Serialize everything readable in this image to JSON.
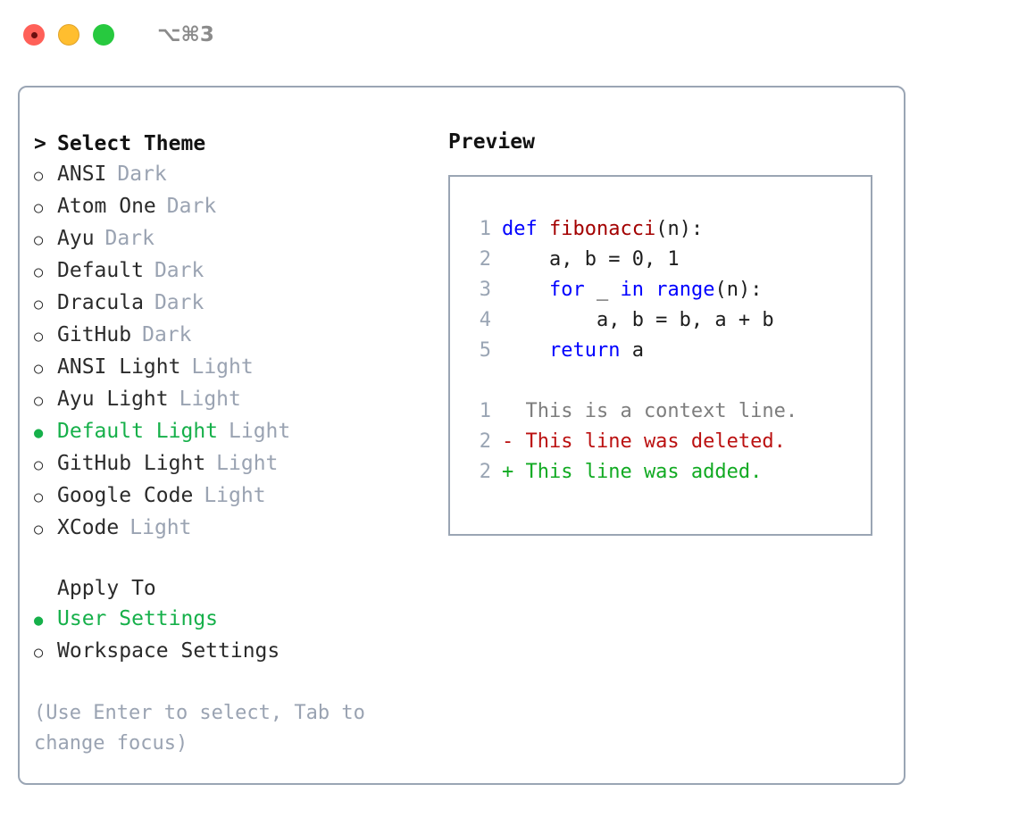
{
  "titlebar": {
    "shortcut": "⌥⌘3",
    "lights": [
      {
        "name": "close",
        "color": "#ff6058"
      },
      {
        "name": "minimize",
        "color": "#ffbe2f"
      },
      {
        "name": "zoom",
        "color": "#27c93f"
      }
    ]
  },
  "colors": {
    "accent_green": "#16b04a",
    "border": "#9aa5b4",
    "muted": "#9aa3b2",
    "text": "#2b2b2b",
    "keyword": "#0000ff",
    "function": "#a30000",
    "diff_delete": "#bb1111",
    "diff_add": "#11aa22",
    "diff_context": "#7d7d7d"
  },
  "theme_list": {
    "heading": "Select Theme",
    "heading_marker": ">",
    "marker_unselected": "○",
    "marker_selected": "●",
    "items": [
      {
        "name": "ANSI",
        "tag": "Dark",
        "selected": false
      },
      {
        "name": "Atom One",
        "tag": "Dark",
        "selected": false
      },
      {
        "name": "Ayu",
        "tag": "Dark",
        "selected": false
      },
      {
        "name": "Default",
        "tag": "Dark",
        "selected": false
      },
      {
        "name": "Dracula",
        "tag": "Dark",
        "selected": false
      },
      {
        "name": "GitHub",
        "tag": "Dark",
        "selected": false
      },
      {
        "name": "ANSI Light",
        "tag": "Light",
        "selected": false
      },
      {
        "name": "Ayu Light",
        "tag": "Light",
        "selected": false
      },
      {
        "name": "Default Light",
        "tag": "Light",
        "selected": true
      },
      {
        "name": "GitHub Light",
        "tag": "Light",
        "selected": false
      },
      {
        "name": "Google Code",
        "tag": "Light",
        "selected": false
      },
      {
        "name": "XCode",
        "tag": "Light",
        "selected": false
      }
    ]
  },
  "apply_to": {
    "label": "Apply To",
    "items": [
      {
        "name": "User Settings",
        "selected": true
      },
      {
        "name": "Workspace Settings",
        "selected": false
      }
    ]
  },
  "hint": "(Use Enter to select, Tab to change focus)",
  "preview": {
    "title": "Preview",
    "code_lines": [
      {
        "num": "1",
        "tokens": [
          {
            "t": "def ",
            "c": "kw"
          },
          {
            "t": "fibonacci",
            "c": "fn"
          },
          {
            "t": "(n):",
            "c": "pl"
          }
        ]
      },
      {
        "num": "2",
        "tokens": [
          {
            "t": "    a, b = 0, 1",
            "c": "pl"
          }
        ]
      },
      {
        "num": "3",
        "tokens": [
          {
            "t": "    ",
            "c": "pl"
          },
          {
            "t": "for",
            "c": "kw"
          },
          {
            "t": " _ ",
            "c": "pl"
          },
          {
            "t": "in",
            "c": "kw"
          },
          {
            "t": " ",
            "c": "pl"
          },
          {
            "t": "range",
            "c": "bi"
          },
          {
            "t": "(n):",
            "c": "pl"
          }
        ]
      },
      {
        "num": "4",
        "tokens": [
          {
            "t": "        a, b = b, a + b",
            "c": "pl"
          }
        ]
      },
      {
        "num": "5",
        "tokens": [
          {
            "t": "    ",
            "c": "pl"
          },
          {
            "t": "return",
            "c": "kw"
          },
          {
            "t": " a",
            "c": "pl"
          }
        ]
      }
    ],
    "diff_lines": [
      {
        "num": "1",
        "text": "  This is a context line.",
        "kind": "diff-ctx"
      },
      {
        "num": "2",
        "text": "- This line was deleted.",
        "kind": "diff-del"
      },
      {
        "num": "2",
        "text": "+ This line was added.",
        "kind": "diff-add"
      }
    ]
  }
}
